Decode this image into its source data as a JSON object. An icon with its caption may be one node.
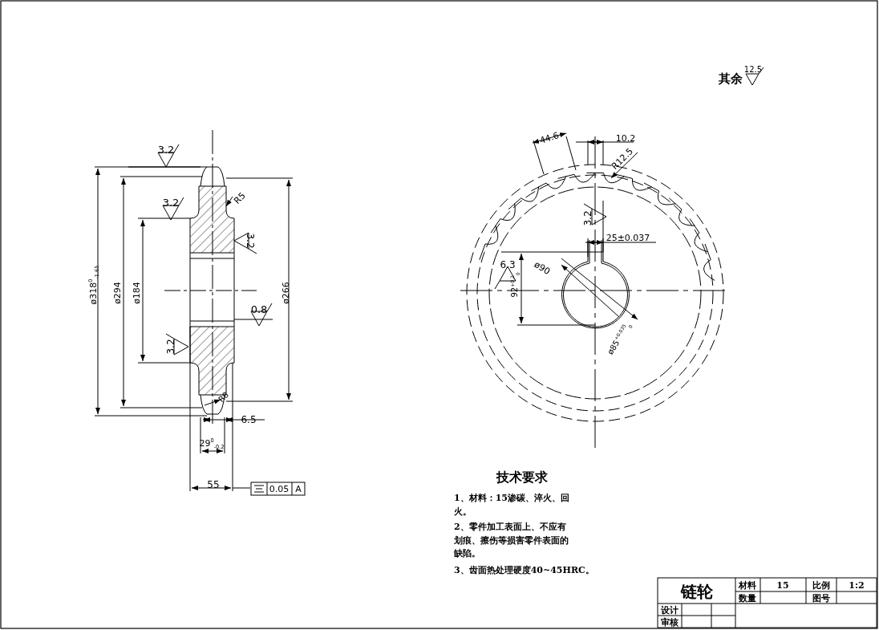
{
  "diagram": {
    "labels": [
      "其余",
      "12.5",
      "3.2",
      "44.6",
      "10.2",
      "R12.5",
      "3.2",
      "R5",
      "3.2",
      "3.2",
      "25±0.037",
      "ø318$^{0}$$_{-1.65}$",
      "ø294",
      "ø184",
      "ø266",
      "6.3",
      "ø90",
      "92$^{+0.2}$$_{0}$",
      "0.8",
      "ø85$^{+0.035}$$_{0}$",
      "3.2",
      "R8",
      "6.5",
      "29$^{0}$$_{-0.2}$",
      "55",
      "0.05",
      "A",
      "技术要求",
      "1、材料：15渗碳、淬火、回火。",
      "2、零件加工表面上、不应有划痕、擦伤等损害零件表面的缺陷。",
      "3、齿面热处理硬度40~45HRC。",
      "链轮",
      "材料",
      "15",
      "比例",
      "1:2",
      "数量",
      "图号",
      "设计",
      "审核"
    ]
  }
}
